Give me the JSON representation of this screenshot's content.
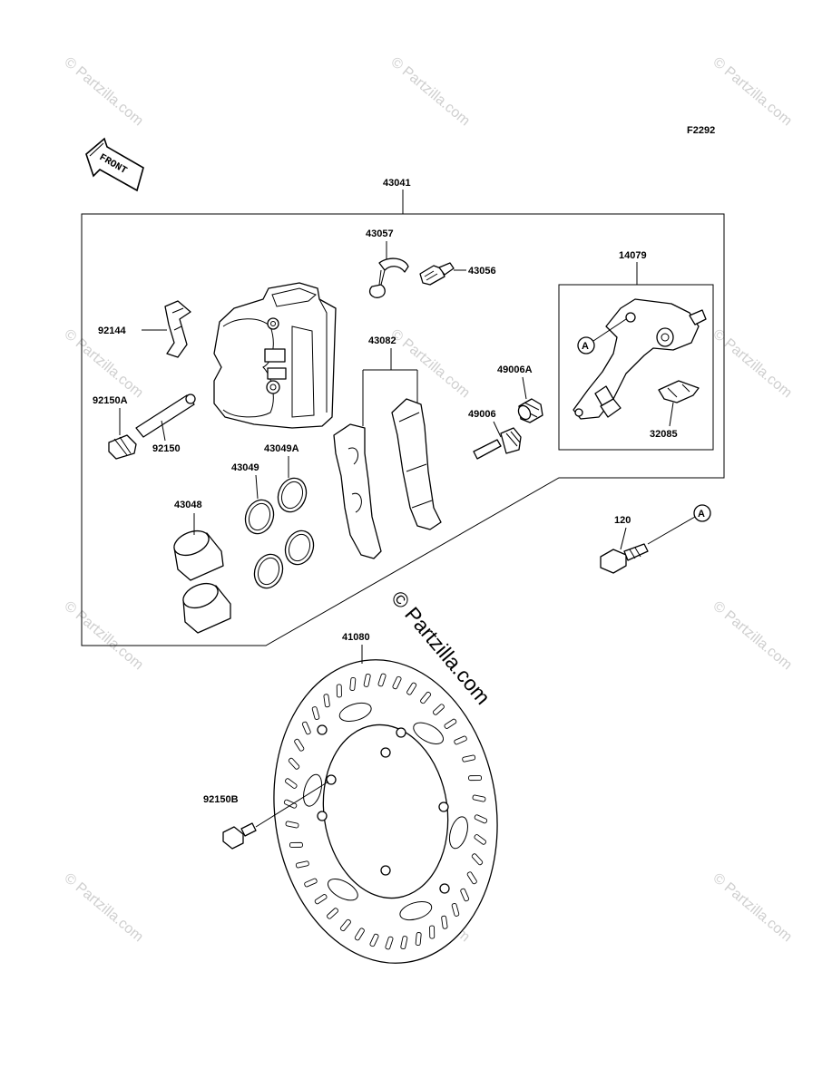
{
  "figure_code": "F2292",
  "front_label": "FRONT",
  "callouts": {
    "assembly": "43041",
    "holder": "14079",
    "hose_fitting": "43057",
    "bleeder_valve": "43056",
    "spring": "92144",
    "pad_set": "43082",
    "boot_a": "49006A",
    "pin_boot": "49006",
    "pad_spring": "32085",
    "plug_a": "92150A",
    "pin": "92150",
    "seal_a": "43049A",
    "seal": "43049",
    "piston": "43048",
    "bolt": "120",
    "disc": "41080",
    "disc_bolt": "92150B",
    "ref_a": "A"
  },
  "watermark": {
    "main": "© Partzilla.com",
    "tile": "© Partzilla.com"
  }
}
